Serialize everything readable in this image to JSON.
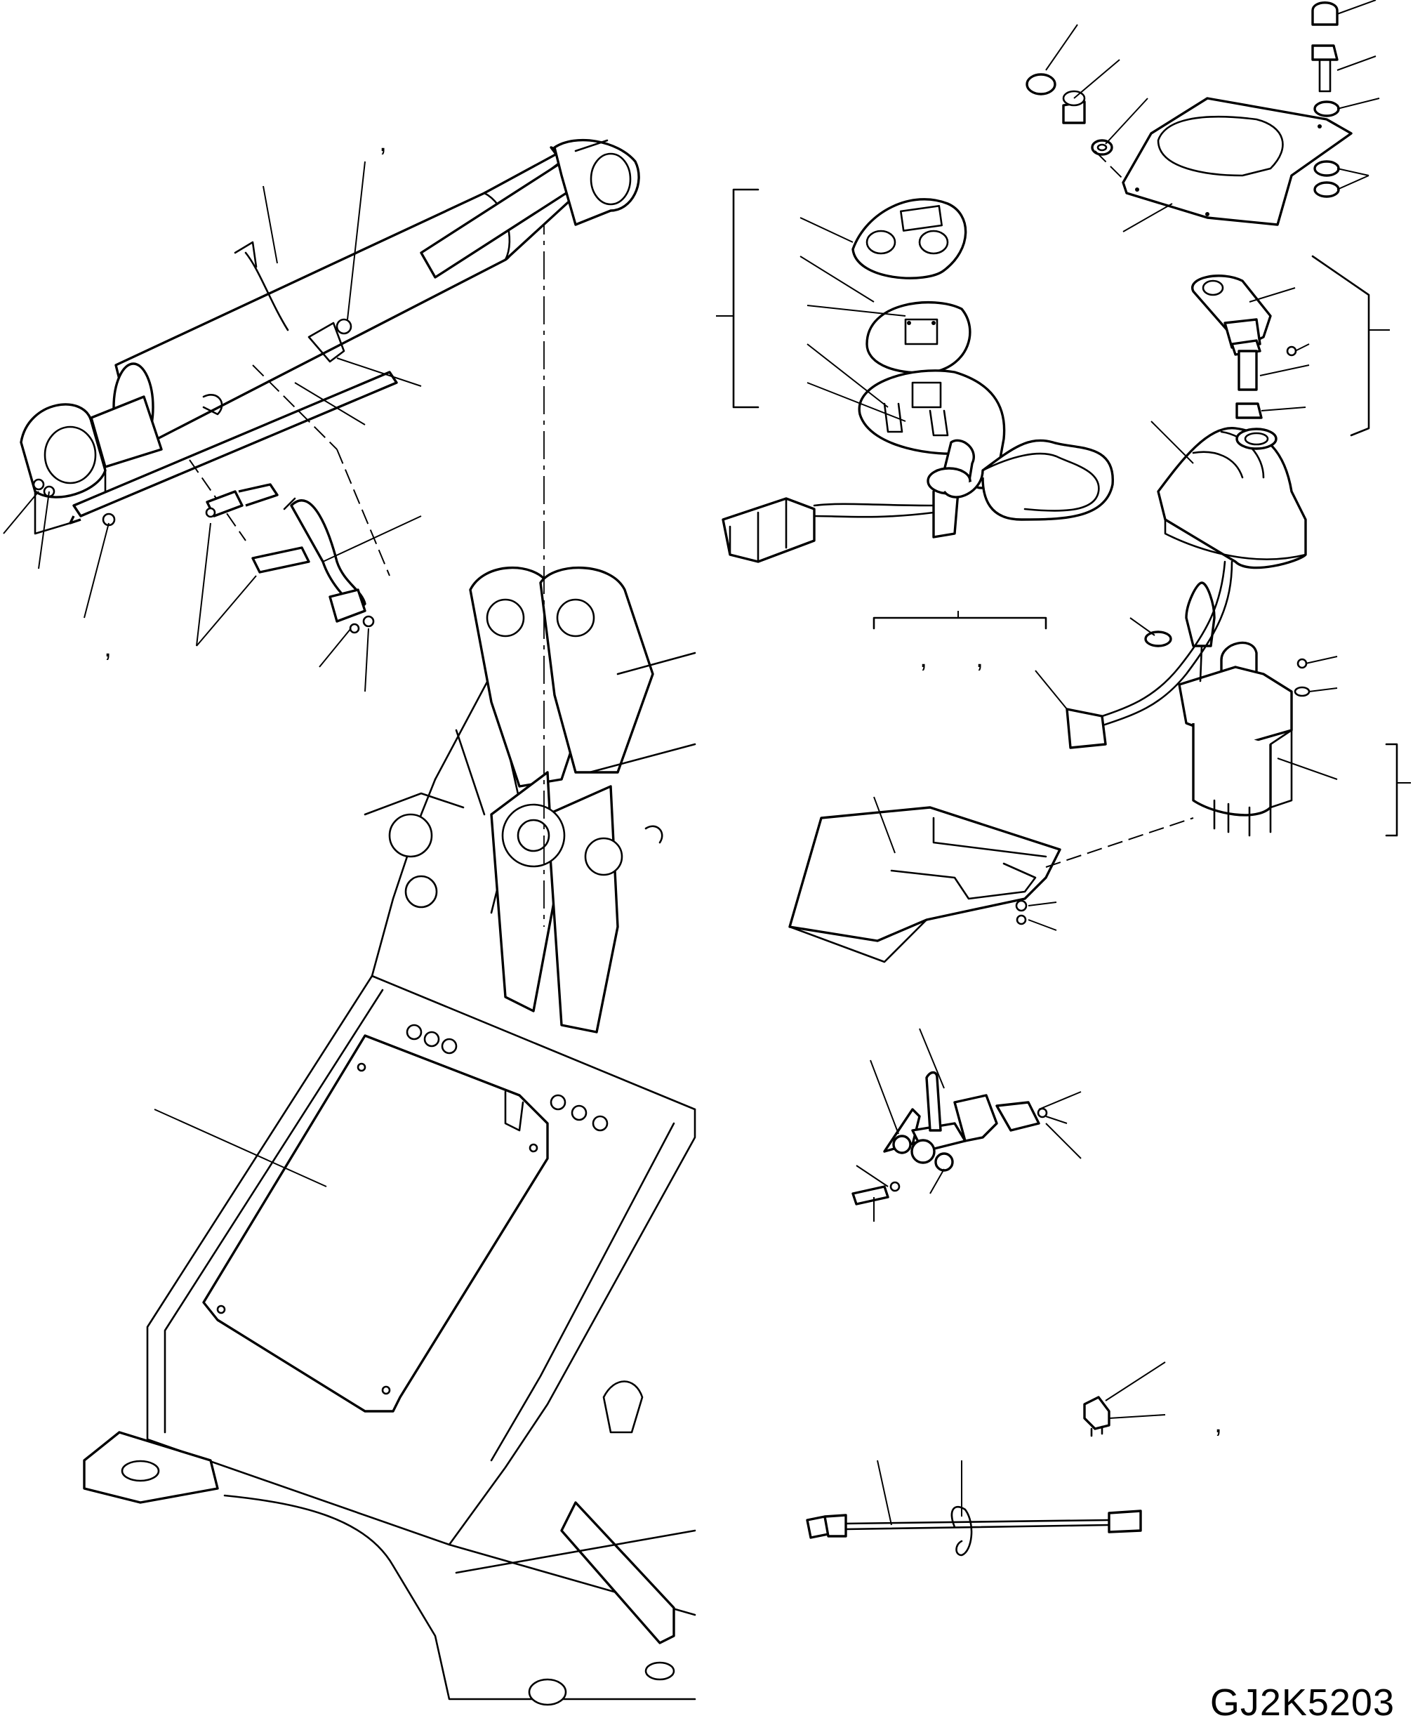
{
  "drawing_code": "GJ2K5203",
  "comma_marks": [
    ",",
    ",",
    ",",
    ",",
    ","
  ],
  "line_color": "#000000",
  "background": "#ffffff",
  "components": [
    "hydraulic-cylinder",
    "cylinder-brackets",
    "boom-frame",
    "access-cover-plate",
    "control-handle-assembly",
    "joystick-lever",
    "rubber-boot",
    "pilot-valve",
    "valve-cover-plate",
    "switch-bracket-assembly",
    "relay",
    "wiring-harness"
  ]
}
